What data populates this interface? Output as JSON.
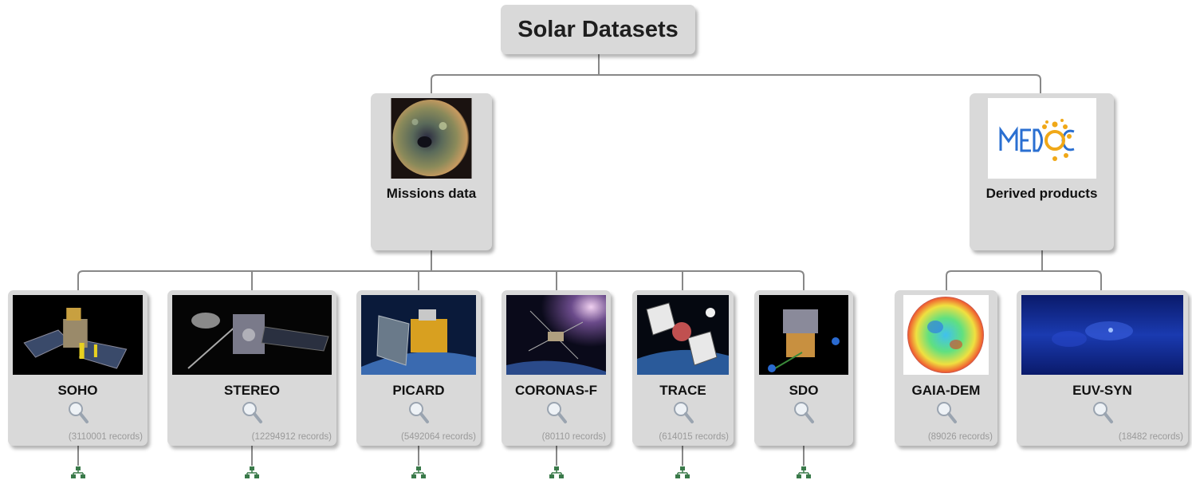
{
  "root": {
    "title": "Solar Datasets"
  },
  "categories": [
    {
      "label": "Missions data",
      "image": "sun-image"
    },
    {
      "label": "Derived products",
      "image": "medoc-logo",
      "logo_text": "MEDOC"
    }
  ],
  "missions": [
    {
      "name": "SOHO",
      "records": "(3110001 records)",
      "image": "soho-spacecraft"
    },
    {
      "name": "STEREO",
      "records": "(12294912 records)",
      "image": "stereo-spacecraft"
    },
    {
      "name": "PICARD",
      "records": "(5492064 records)",
      "image": "picard-spacecraft"
    },
    {
      "name": "CORONAS-F",
      "records": "(80110 records)",
      "image": "coronas-f-spacecraft"
    },
    {
      "name": "TRACE",
      "records": "(614015 records)",
      "image": "trace-spacecraft"
    },
    {
      "name": "SDO",
      "records": "",
      "image": "sdo-spacecraft"
    }
  ],
  "products": [
    {
      "name": "GAIA-DEM",
      "records": "(89026 records)",
      "image": "gaia-dem-map"
    },
    {
      "name": "EUV-SYN",
      "records": "(18482 records)",
      "image": "euv-syn-map"
    }
  ],
  "colors": {
    "box": "#d9d9d9",
    "line": "#888888",
    "records": "#9a9a9a",
    "tree_icon": "#3a7a4a",
    "medoc_blue": "#2a6fd1",
    "medoc_orange": "#f0a818"
  }
}
